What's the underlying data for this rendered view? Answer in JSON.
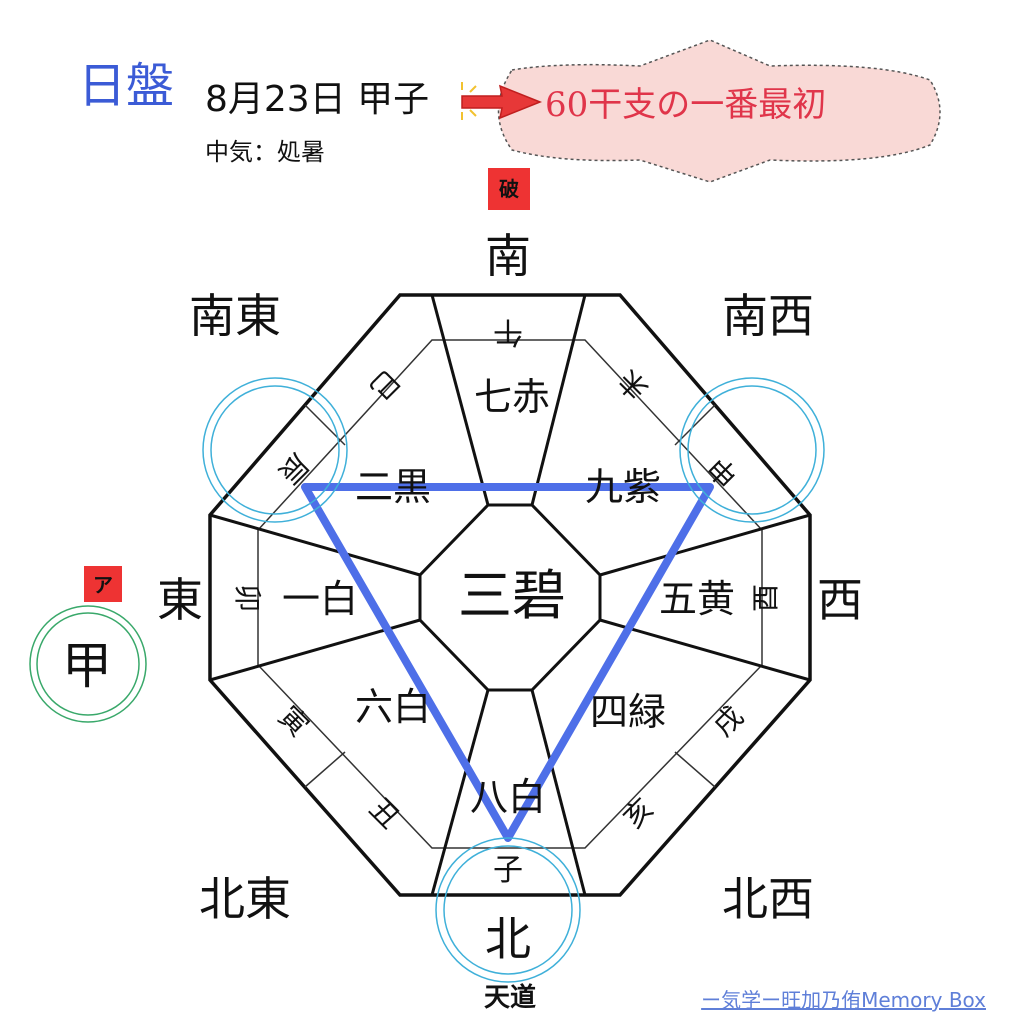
{
  "title": {
    "main": "日盤",
    "date": "8月23日 甲子",
    "subtitle": "中気：処暑"
  },
  "callout": "60干支の一番最初",
  "directions": {
    "south": "南",
    "southeast": "南東",
    "southwest": "南西",
    "east": "東",
    "west": "西",
    "northeast": "北東",
    "north": "北",
    "northwest": "北西"
  },
  "stars": {
    "center": "三碧",
    "south": "七赤",
    "north": "八白",
    "east": "一白",
    "west": "五黄",
    "southeast": "二黒",
    "southwest": "九紫",
    "northeast": "六白",
    "northwest": "四緑"
  },
  "zodiac": {
    "s": "午",
    "sse_left": "巳",
    "sse_right": "辰",
    "sw_left": "未",
    "sw_right": "申",
    "w": "酉",
    "nw_left": "戌",
    "nw_right": "亥",
    "n": "子",
    "ne_left": "丑",
    "ne_right": "寅",
    "e": "卯"
  },
  "markers": {
    "ha": "破",
    "a": "ア",
    "kan": "甲",
    "tendo": "天道"
  },
  "credit": "ー気学ー旺加乃侑Memory Box",
  "colors": {
    "triangle": "#4e6fe8",
    "red_marker": "#ee3333",
    "ring_blue": "#3fb0d9",
    "ring_green": "#39a86a",
    "title_blue": "#3b5bd6",
    "callout_red": "#e0354a",
    "callout_bg": "#f9d9d6"
  }
}
